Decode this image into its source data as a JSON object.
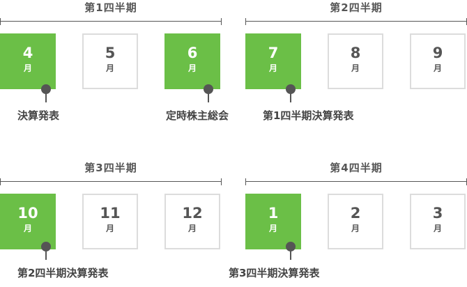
{
  "month_unit": "月",
  "quarters": [
    {
      "title": "第1四半期",
      "months": [
        {
          "number": "4",
          "highlighted": true
        },
        {
          "number": "5",
          "highlighted": false
        },
        {
          "number": "6",
          "highlighted": true
        }
      ]
    },
    {
      "title": "第2四半期",
      "months": [
        {
          "number": "7",
          "highlighted": true
        },
        {
          "number": "8",
          "highlighted": false
        },
        {
          "number": "9",
          "highlighted": false
        }
      ]
    },
    {
      "title": "第3四半期",
      "months": [
        {
          "number": "10",
          "highlighted": true
        },
        {
          "number": "11",
          "highlighted": false
        },
        {
          "number": "12",
          "highlighted": false
        }
      ]
    },
    {
      "title": "第4四半期",
      "months": [
        {
          "number": "1",
          "highlighted": true
        },
        {
          "number": "2",
          "highlighted": false
        },
        {
          "number": "3",
          "highlighted": false
        }
      ]
    }
  ],
  "events": [
    {
      "month": "4",
      "label": "決算発表"
    },
    {
      "month": "6",
      "label": "定時株主総会"
    },
    {
      "month": "7",
      "label": "第1四半期決算発表"
    },
    {
      "month": "10",
      "label": "第2四半期決算発表"
    },
    {
      "month": "1",
      "label": "第3四半期決算発表"
    }
  ],
  "colors": {
    "highlight": "#6bbf47",
    "border": "#dcdcdc",
    "text": "#555555",
    "marker": "#555555"
  }
}
